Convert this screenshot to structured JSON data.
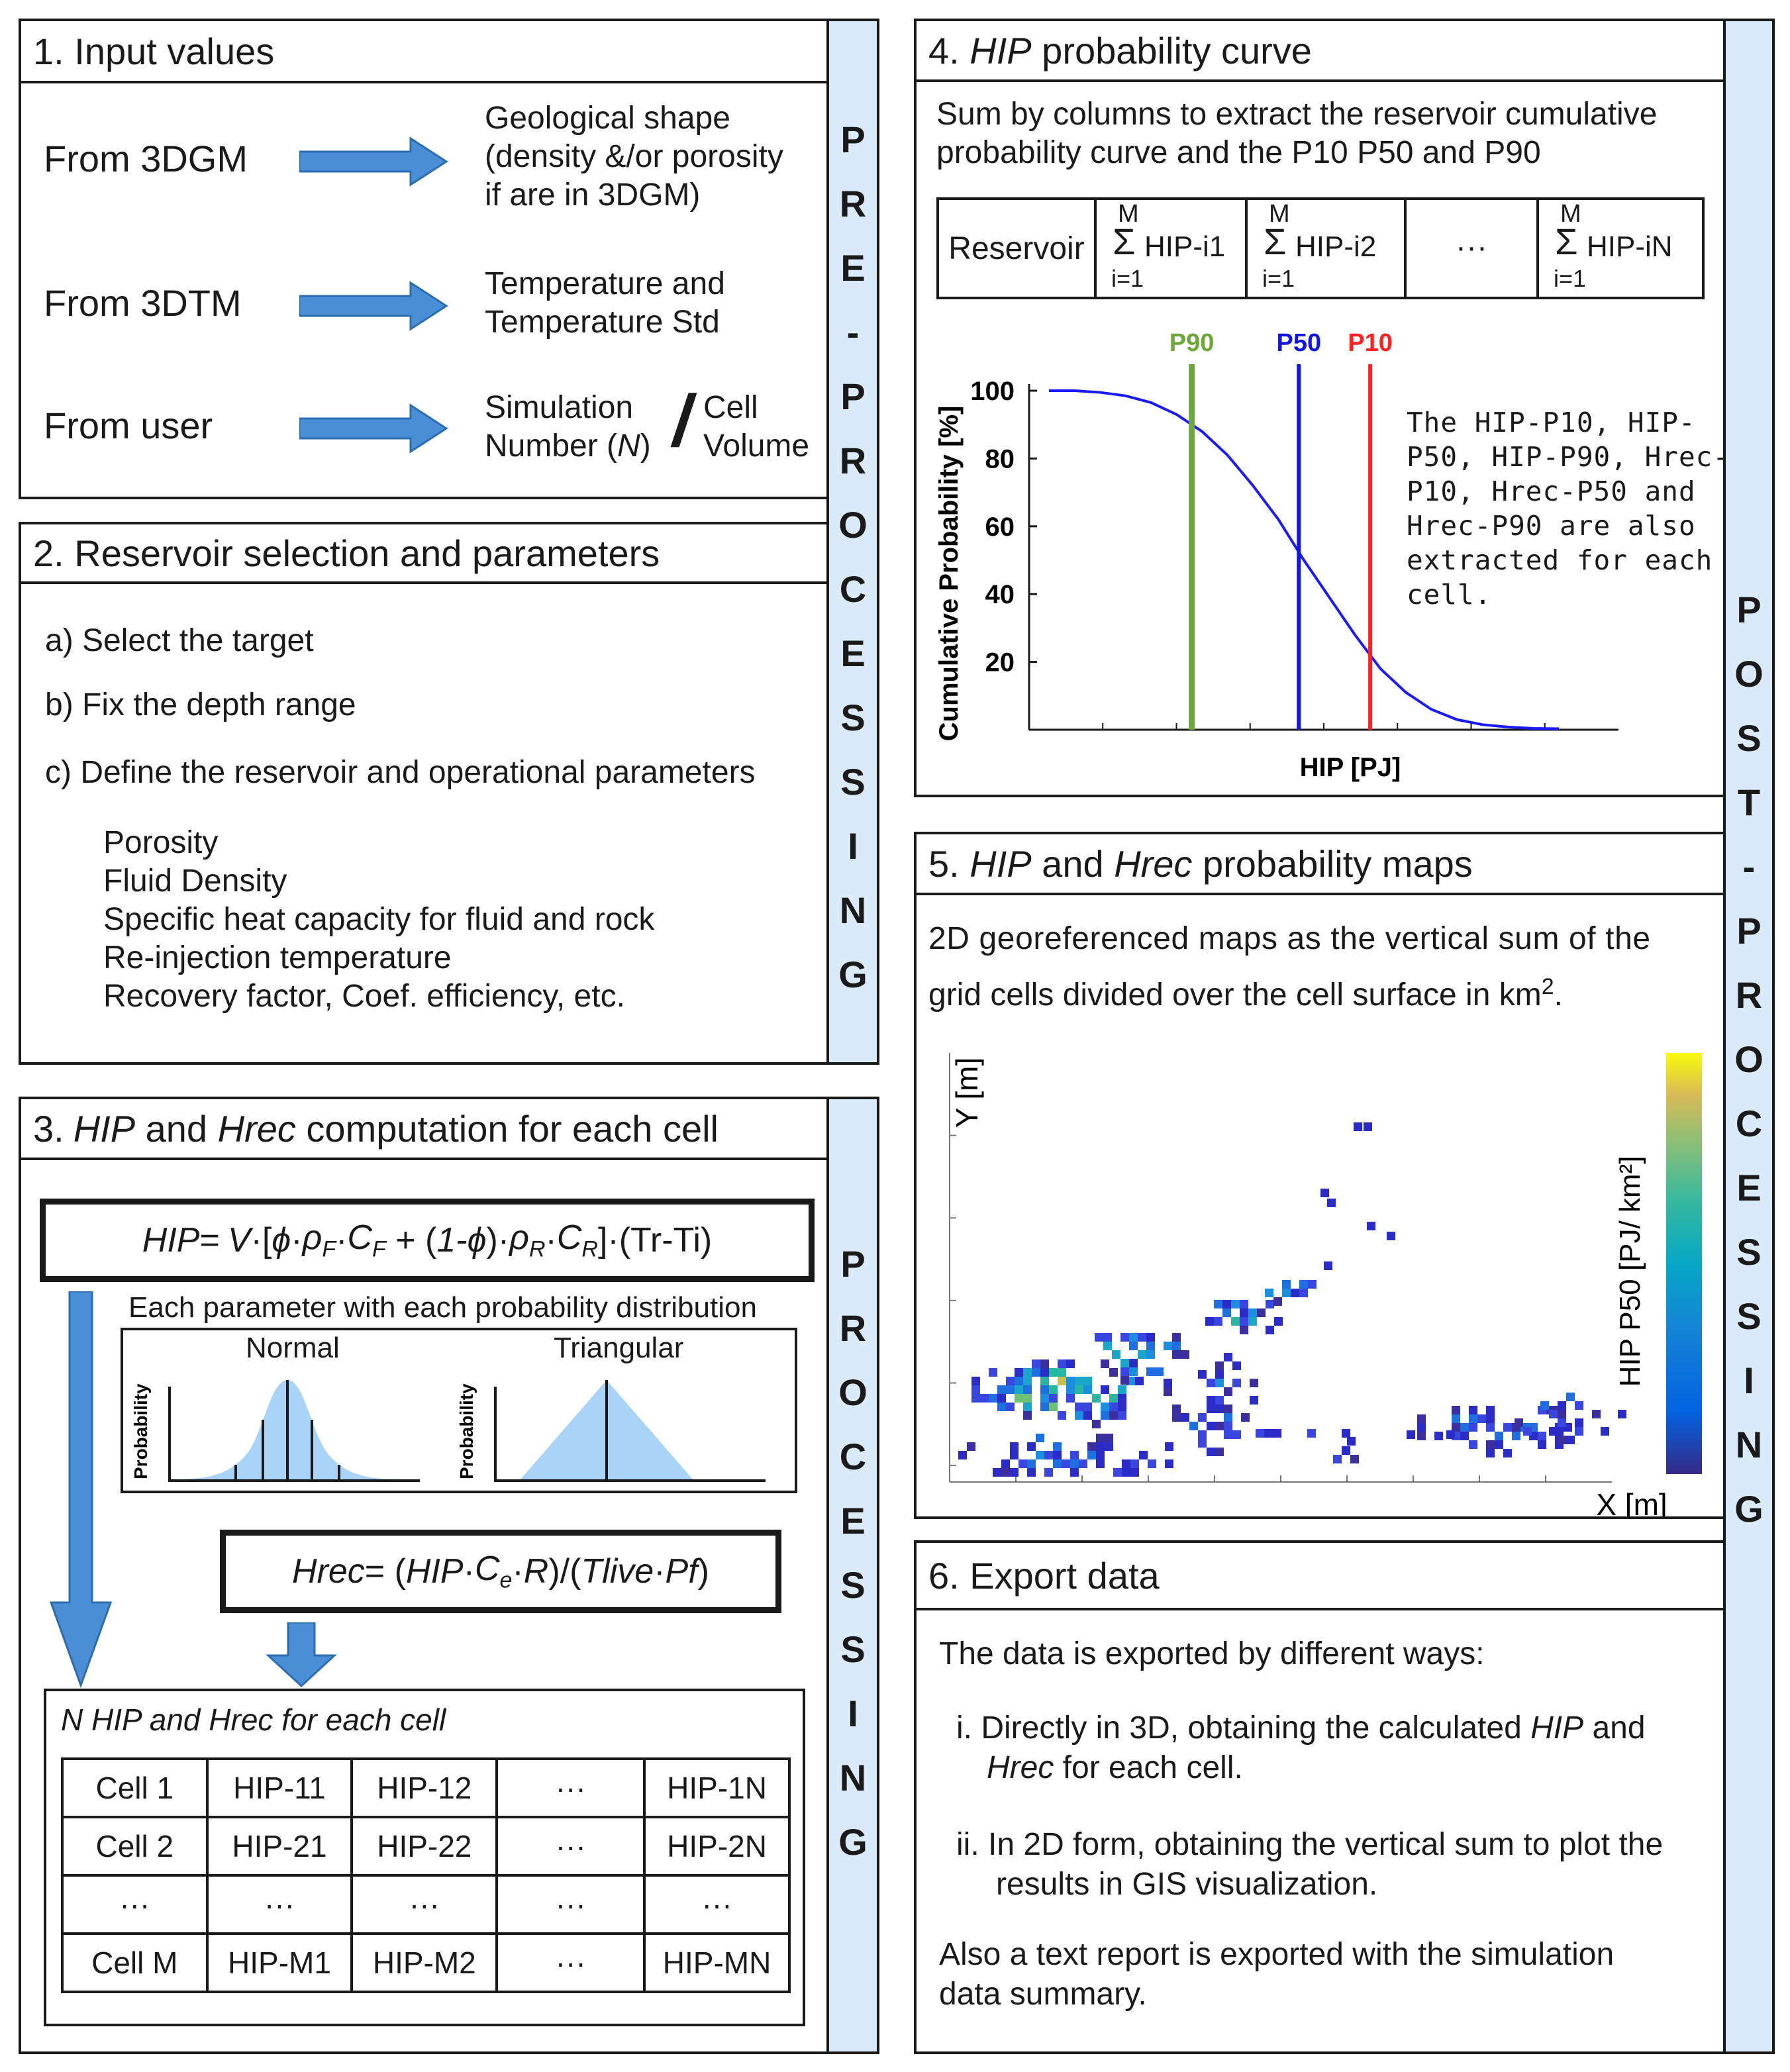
{
  "bands": {
    "preprocessing": [
      "P",
      "R",
      "E",
      "-",
      "P",
      "R",
      "O",
      "C",
      "E",
      "S",
      "S",
      "I",
      "N",
      "G"
    ],
    "processing": [
      "P",
      "R",
      "O",
      "C",
      "E",
      "S",
      "S",
      "I",
      "N",
      "G"
    ],
    "postprocessing": [
      "P",
      "O",
      "S",
      "T",
      "-",
      "P",
      "R",
      "O",
      "C",
      "E",
      "S",
      "S",
      "I",
      "N",
      "G"
    ]
  },
  "s1": {
    "title": "1. Input values",
    "rows": [
      {
        "from": "From 3DGM",
        "to": [
          "Geological shape",
          "(density &/or porosity",
          "if are in 3DGM)"
        ]
      },
      {
        "from": "From 3DTM",
        "to": [
          "Temperature and",
          "Temperature Std"
        ]
      },
      {
        "from": "From user",
        "to_a": [
          "Simulation",
          "Number (N)"
        ],
        "slash": "/",
        "to_b": [
          "Cell",
          "Volume"
        ]
      }
    ]
  },
  "s2": {
    "title": "2. Reservoir selection and parameters",
    "steps": [
      "a) Select the target",
      "b) Fix the depth range",
      "c) Define the reservoir and operational parameters"
    ],
    "params": [
      "Porosity",
      "Fluid Density",
      "Specific heat capacity for fluid and rock",
      "Re-injection temperature",
      "Recovery factor, Coef. efficiency, etc."
    ]
  },
  "s3": {
    "title_num": "3. ",
    "title_hip": "HIP",
    "title_and": " and ",
    "title_hrec": "Hrec",
    "title_rest": " computation for each cell",
    "formula_hip": "HIP= V·[ϕ·ρF·CF + (1-ϕ)·ρR·CR]·(Tr-Ti)",
    "dist_caption": "Each parameter with each probability distribution",
    "dist_normal": "Normal",
    "dist_triangular": "Triangular",
    "dist_ylabel": "Probability",
    "formula_hrec": "Hrec= (HIP·Ce·R)/(Tlive·Pf)",
    "result_title": "N HIP and Hrec for each cell",
    "table": [
      [
        "Cell 1",
        "HIP-11",
        "HIP-12",
        "···",
        "HIP-1N"
      ],
      [
        "Cell 2",
        "HIP-21",
        "HIP-22",
        "···",
        "HIP-2N"
      ],
      [
        "···",
        "···",
        "···",
        "···",
        "···"
      ],
      [
        "Cell M",
        "HIP-M1",
        "HIP-M2",
        "···",
        "HIP-MN"
      ]
    ]
  },
  "s4": {
    "title_num": "4. ",
    "title_hip": "HIP",
    "title_rest": " probability curve",
    "desc": [
      "Sum by columns to extract the reservoir cumulative",
      "probability curve and the P10 P50 and P90"
    ],
    "table_first": "Reservoir",
    "sum_cols": [
      {
        "top": "M",
        "sigma": "Σ",
        "label": "HIP-i1",
        "bottom": "i=1"
      },
      {
        "top": "M",
        "sigma": "Σ",
        "label": "HIP-i2",
        "bottom": "i=1"
      },
      {
        "dots": "···"
      },
      {
        "top": "M",
        "sigma": "Σ",
        "label": "HIP-iN",
        "bottom": "i=1"
      }
    ],
    "note": [
      "The HIP-P10, HIP-",
      "P50, HIP-P90, Hrec-",
      "P10, Hrec-P50 and",
      "Hrec-P90 are also",
      "extracted for each",
      "cell."
    ]
  },
  "s5": {
    "title_num": "5. ",
    "title_hip": "HIP",
    "title_and": " and ",
    "title_hrec": "Hrec",
    "title_rest": " probability maps",
    "desc_1": "2D georeferenced maps as the vertical sum of the",
    "desc_2": "grid cells divided over the cell surface in km",
    "desc_sup": "2",
    "desc_end": ".",
    "ylabel": "Y [m]",
    "xlabel": "X [m]",
    "cbar_label": "HIP P50 [PJ/ km²]"
  },
  "s6": {
    "title": "6. Export data",
    "intro": "The data is exported by different ways:",
    "i_1a": "i. Directly in 3D, obtaining the calculated ",
    "i_1b": "HIP",
    "i_1c": " and",
    "i_2a": "Hrec",
    "i_2b": " for each cell.",
    "ii_1": "ii. In 2D form, obtaining the vertical sum to plot the",
    "ii_2": "results in GIS visualization.",
    "outro_1": "Also a text report is exported with the simulation",
    "outro_2": "data summary."
  },
  "chart_data": {
    "type": "line",
    "title": "",
    "xlabel": "HIP [PJ]",
    "ylabel": "Cumulative Probability [%]",
    "yticks": [
      20,
      40,
      60,
      80,
      100
    ],
    "ylim": [
      0,
      100
    ],
    "series": [
      {
        "x": [
          0,
          0.05,
          0.1,
          0.15,
          0.2,
          0.25,
          0.3,
          0.35,
          0.4,
          0.45,
          0.5,
          0.55,
          0.6,
          0.65,
          0.7,
          0.75,
          0.8,
          0.85,
          0.9,
          0.95,
          1.0
        ],
        "values": [
          100,
          100,
          99.5,
          98.5,
          96.5,
          93,
          88,
          81,
          72,
          62,
          50,
          39,
          28,
          18,
          11,
          6,
          3,
          1.5,
          0.8,
          0.4,
          0.3
        ],
        "color": "#1a1aff"
      }
    ],
    "markers": [
      {
        "label": "P90",
        "x": 0.28,
        "color": "#6fa83a"
      },
      {
        "label": "P50",
        "x": 0.49,
        "color": "#1515e0"
      },
      {
        "label": "P10",
        "x": 0.63,
        "color": "#ff2020"
      }
    ]
  },
  "colors": {
    "band": "#dbeaf9",
    "arrow": "#4a8fd6",
    "dist_fill": "#a9d3f7"
  }
}
